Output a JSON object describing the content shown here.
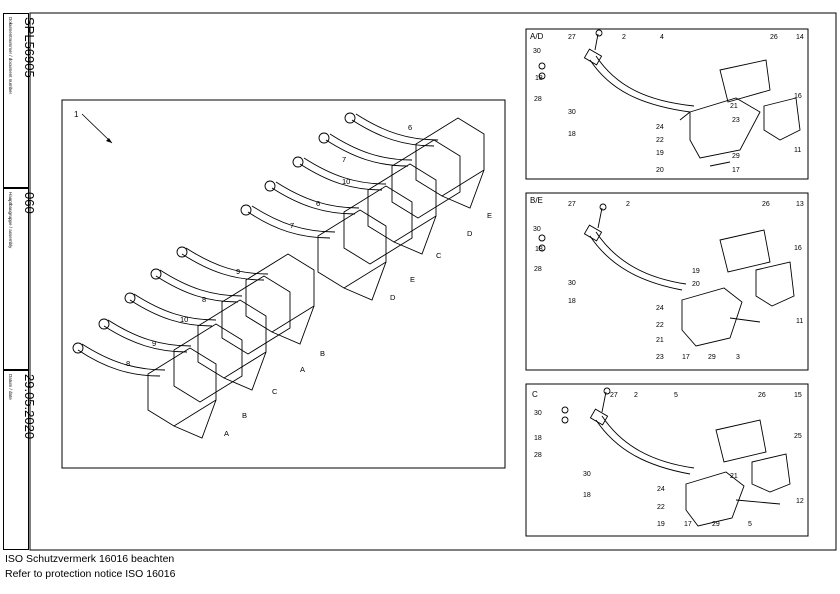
{
  "title_block": {
    "document_number_label": "Dokumentnummer / document number",
    "document_number": "SPL56905",
    "assembly_label": "Hauptbaugruppe / assembly",
    "assembly": "060",
    "date_label": "Datum / date",
    "date": "29.05.2020"
  },
  "main_view": {
    "callout": "1",
    "labels": [
      "6",
      "7",
      "10",
      "6",
      "7",
      "E",
      "D",
      "C",
      "E",
      "D",
      "9",
      "8",
      "10",
      "9",
      "8",
      "B",
      "A",
      "C",
      "B",
      "A"
    ]
  },
  "detail_ad": {
    "title": "A/D",
    "labels": [
      "27",
      "2",
      "4",
      "26",
      "14",
      "30",
      "18",
      "28",
      "16",
      "30",
      "18",
      "21",
      "23",
      "24",
      "22",
      "19",
      "29",
      "11",
      "20",
      "17"
    ]
  },
  "detail_be": {
    "title": "B/E",
    "labels": [
      "27",
      "2",
      "26",
      "13",
      "30",
      "18",
      "28",
      "16",
      "19",
      "20",
      "30",
      "18",
      "24",
      "22",
      "21",
      "23",
      "17",
      "29",
      "3",
      "11"
    ]
  },
  "detail_c": {
    "title": "C",
    "labels": [
      "27",
      "2",
      "5",
      "26",
      "15",
      "30",
      "18",
      "28",
      "25",
      "21",
      "30",
      "18",
      "24",
      "22",
      "19",
      "17",
      "29",
      "5",
      "12"
    ]
  },
  "notice": {
    "line1": "ISO Schutzvermerk 16016 beachten",
    "line2": "Refer to protection notice ISO 16016"
  }
}
